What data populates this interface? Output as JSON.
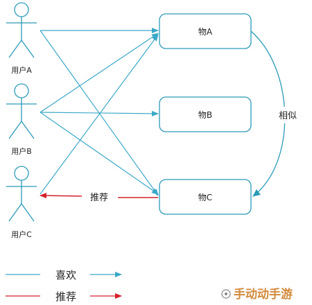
{
  "colors": {
    "like": "#3aa8c8",
    "recommend": "#d4202a",
    "actor": "#2a9ab8",
    "node_border": "#2a9ab8",
    "watermark": "#d28a3c"
  },
  "actors": [
    {
      "label": "用户A"
    },
    {
      "label": "用户B"
    },
    {
      "label": "用户C"
    }
  ],
  "items": [
    {
      "label": "物A"
    },
    {
      "label": "物B"
    },
    {
      "label": "物C"
    }
  ],
  "edges": {
    "recommend_label": "推荐",
    "similar_label": "相似"
  },
  "legend": {
    "like_label": "喜欢",
    "recommend_label": "推荐"
  },
  "watermark": {
    "text": "手动动手游"
  }
}
